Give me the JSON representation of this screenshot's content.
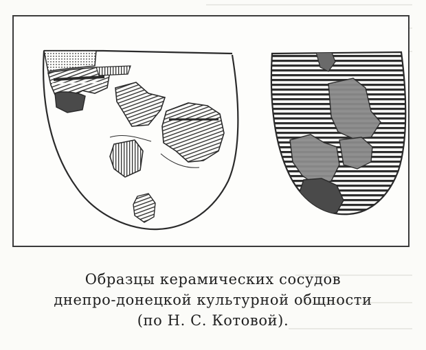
{
  "figure": {
    "left_vessel_icon": "ceramic-vessel-reconstruction-icon",
    "right_vessel_icon": "striped-ceramic-vessel-icon",
    "colors": {
      "ink": "#2a2a2a",
      "sherd_gray": "#8a8a8a",
      "sherd_dark": "#4a4a4a",
      "paper": "#fdfdfb"
    }
  },
  "caption": {
    "line1": "Образцы керамических сосудов",
    "line2": "днепро-донецкой культурной общности",
    "line3": "(по Н. С. Котовой)."
  }
}
